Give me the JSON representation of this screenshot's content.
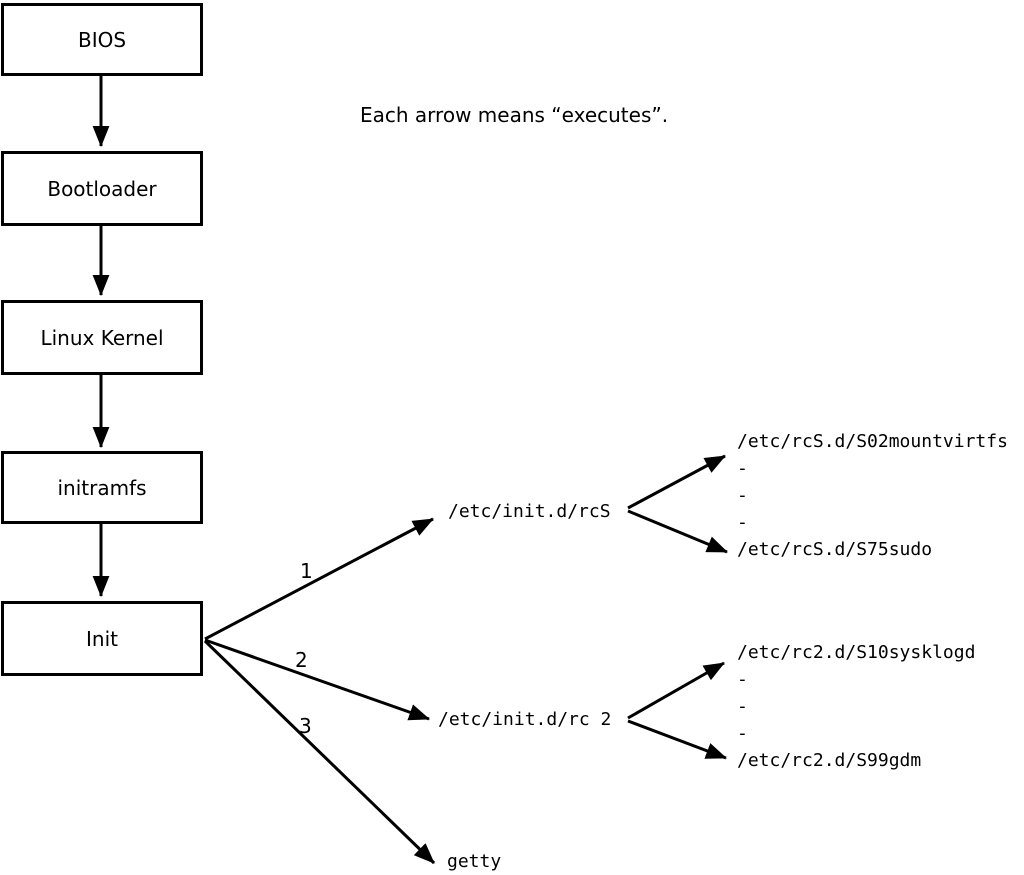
{
  "diagram": {
    "note": "Each arrow means “executes”.",
    "colors": {
      "foreground": "#000000",
      "background": "#ffffff"
    },
    "boot_chain": [
      {
        "label": "BIOS"
      },
      {
        "label": "Bootloader"
      },
      {
        "label": "Linux Kernel"
      },
      {
        "label": "initramfs"
      },
      {
        "label": "Init"
      }
    ],
    "init_targets": [
      {
        "order": "1",
        "label": "/etc/init.d/rcS",
        "children": [
          "/etc/rcS.d/S02mountvirtfs",
          "-",
          "-",
          "-",
          "/etc/rcS.d/S75sudo"
        ]
      },
      {
        "order": "2",
        "label": "/etc/init.d/rc 2",
        "children": [
          "/etc/rc2.d/S10sysklogd",
          "-",
          "-",
          "-",
          "/etc/rc2.d/S99gdm"
        ]
      },
      {
        "order": "3",
        "label": "getty",
        "children": []
      }
    ]
  }
}
